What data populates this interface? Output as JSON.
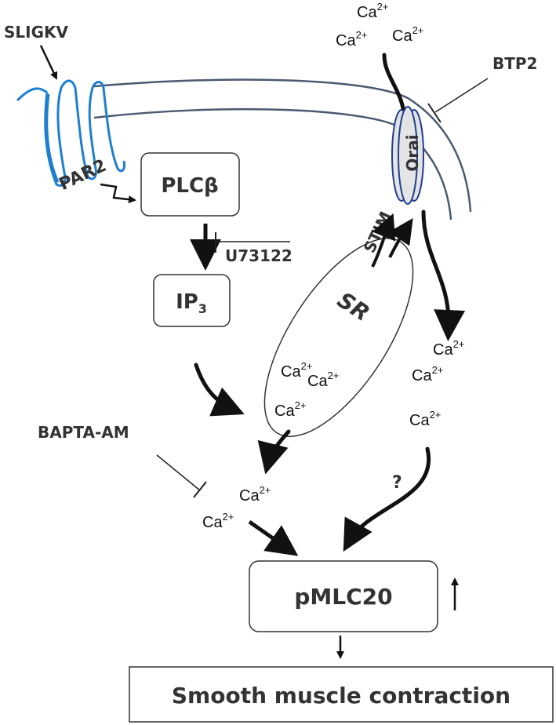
{
  "labels": {
    "sligkv": "SLIGKV",
    "par2": "PAR2",
    "plcb": "PLCβ",
    "u73122": "U73122",
    "ip3_main": "IP",
    "ip3_sub": "3",
    "btp2": "BTP2",
    "orai": "Orai",
    "stim": "STIM",
    "sr": "SR",
    "bapta": "BAPTA-AM",
    "question": "?",
    "pmlc20": "pMLC20",
    "contraction": "Smooth muscle contraction"
  },
  "calcium": {
    "base": "Ca",
    "charge": "2+"
  },
  "colors": {
    "receptor": "#1e7fd0",
    "membrane": "#4a5a70",
    "orai_fill": "#e4e4e4",
    "orai_stroke": "#1f3f8f"
  }
}
